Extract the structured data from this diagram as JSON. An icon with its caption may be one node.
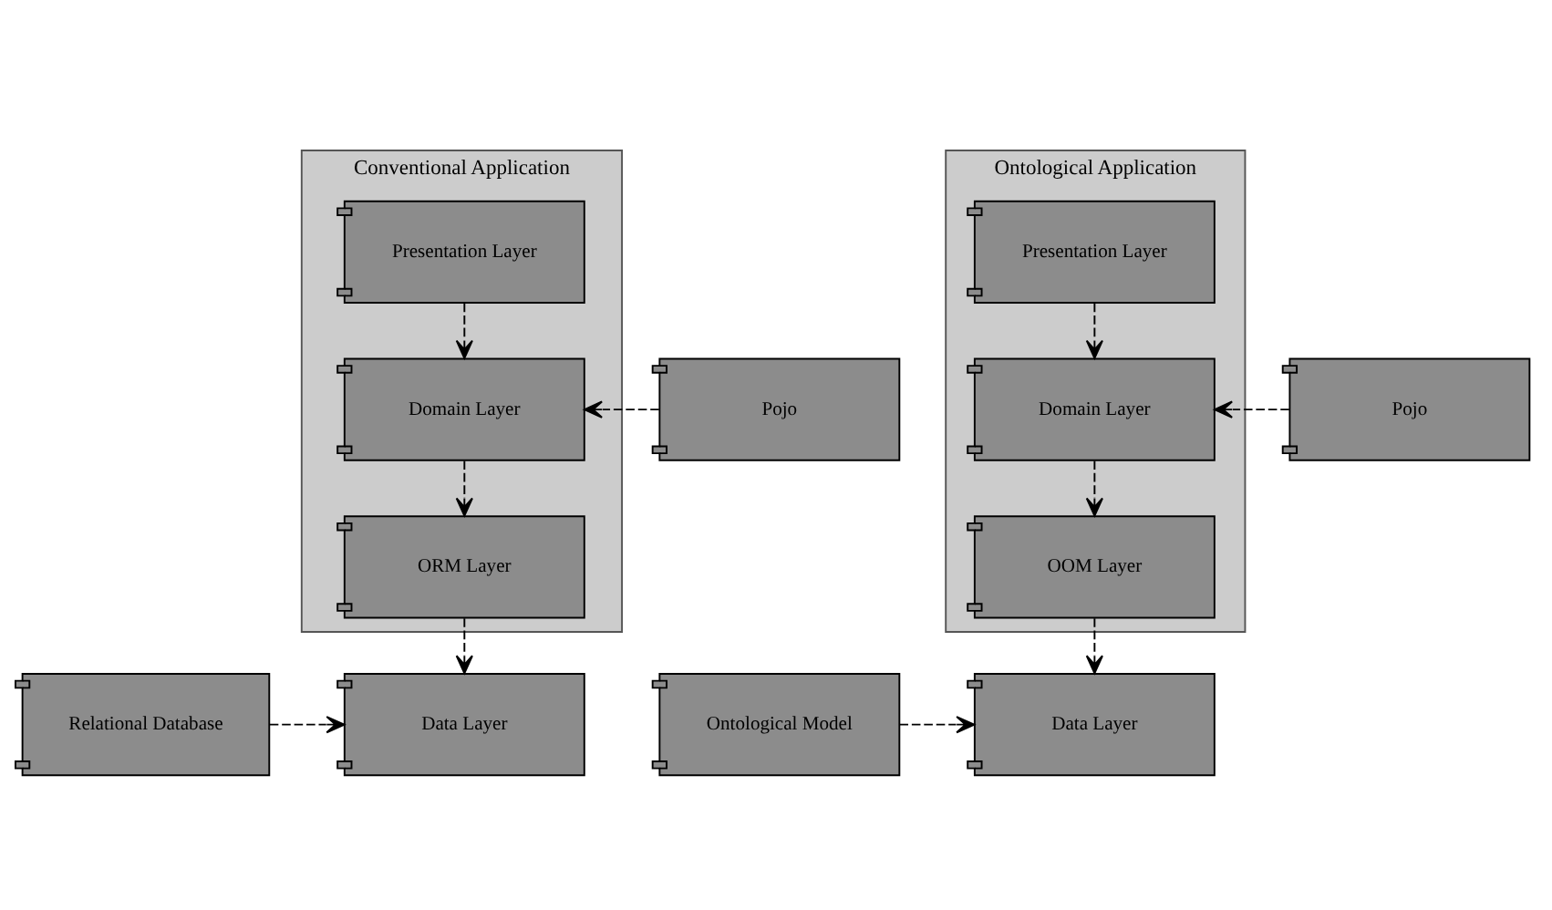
{
  "diagram": {
    "nodes": [
      {
        "text": [
          "Conventional Application"
        ]
      },
      {
        "text": [
          "Presentation Layer"
        ],
        "in": 0
      },
      {
        "text": [
          "Domain Layer"
        ],
        "in": 0
      },
      {
        "text": [
          "ORM Layer"
        ],
        "in": 0
      },
      {
        "text": [
          "Pojo"
        ]
      },
      {
        "text": [
          "Data Layer"
        ]
      },
      {
        "text": [
          "Relational Database"
        ]
      },
      {
        "text": [
          "Ontological Application"
        ]
      },
      {
        "text": [
          "Presentation Layer"
        ],
        "in": 7
      },
      {
        "text": [
          "Domain Layer"
        ],
        "in": 7
      },
      {
        "text": [
          "OOM Layer"
        ],
        "in": 7
      },
      {
        "text": [
          "Pojo"
        ]
      },
      {
        "text": [
          "Data Layer"
        ]
      },
      {
        "text": [
          "Ontological Model"
        ]
      }
    ],
    "edges": [
      {
        "from": 1,
        "to": 2,
        "arrow": "to",
        "style": "dashed"
      },
      {
        "from": 2,
        "to": 3,
        "arrow": "to",
        "style": "dashed"
      },
      {
        "from": 3,
        "to": 5,
        "arrow": "to",
        "style": "dashed"
      },
      {
        "from": 4,
        "to": 2,
        "arrow": "to",
        "style": "dashed"
      },
      {
        "from": 6,
        "to": 5,
        "arrow": "to",
        "style": "dashed"
      },
      {
        "from": 8,
        "to": 9,
        "arrow": "to",
        "style": "dashed"
      },
      {
        "from": 9,
        "to": 10,
        "arrow": "to",
        "style": "dashed"
      },
      {
        "from": 10,
        "to": 12,
        "arrow": "to",
        "style": "dashed"
      },
      {
        "from": 11,
        "to": 9,
        "arrow": "to",
        "style": "dashed"
      },
      {
        "from": 13,
        "to": 12,
        "arrow": "to",
        "style": "dashed"
      }
    ]
  }
}
